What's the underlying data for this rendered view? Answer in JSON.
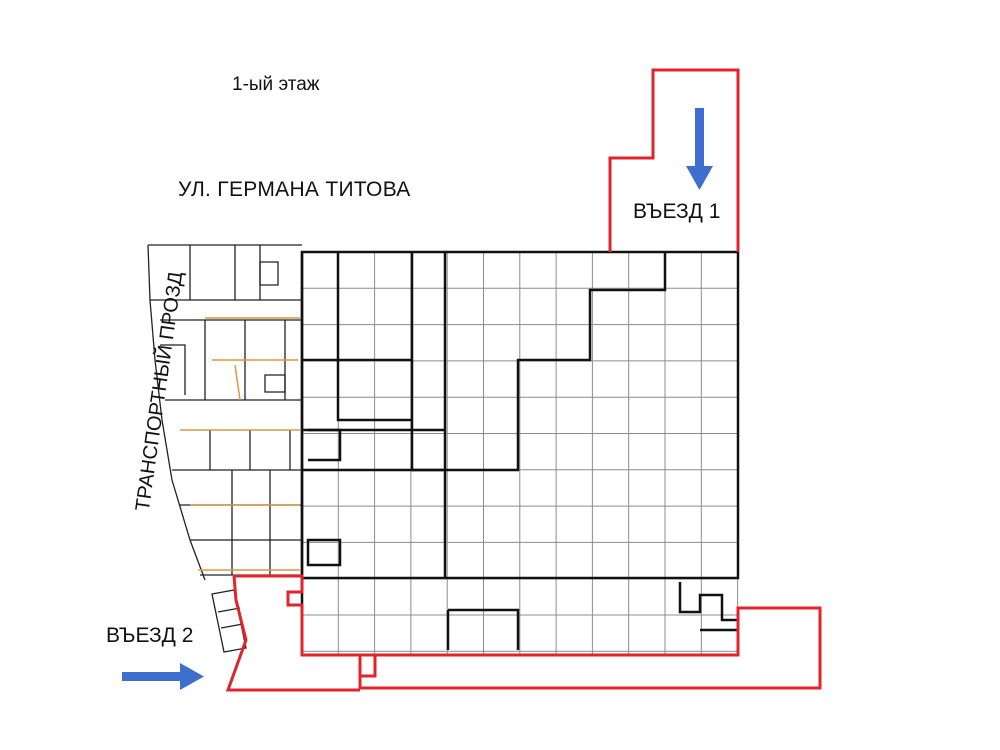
{
  "floor_label": "1-ый этаж",
  "street_top": "УЛ. ГЕРМАНА ТИТОВА",
  "street_side": "ТРАНСПОРТНЫЙ ПРОЗД",
  "entry_1": "ВЪЕЗД 1",
  "entry_2": "ВЪЕЗД 2",
  "colors": {
    "outline": "#e1242b",
    "arrow": "#3f6fce",
    "wall": "#111111",
    "grid": "#8c8c8c",
    "accent": "#d99a3c"
  }
}
